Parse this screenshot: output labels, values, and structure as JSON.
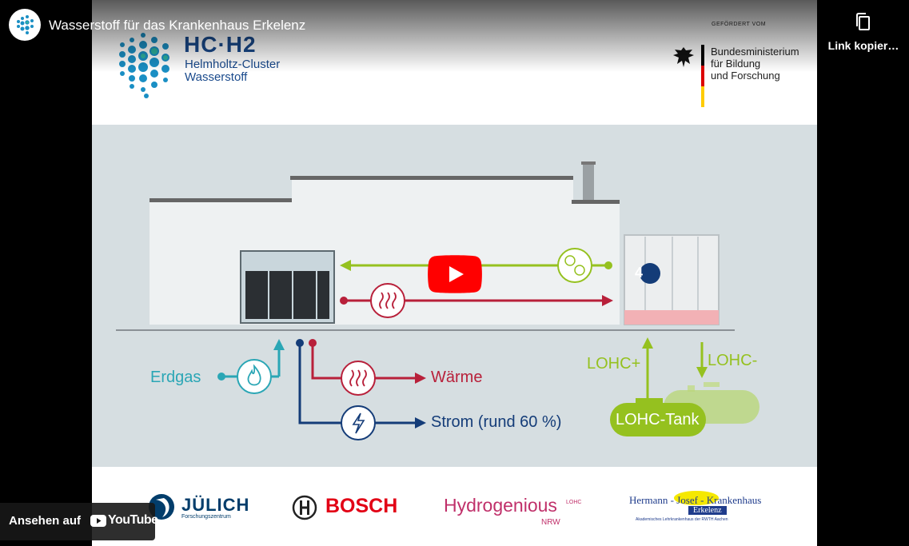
{
  "player": {
    "title": "Wasserstoff für das Krankenhaus Erkelenz",
    "copy_link_label": "Link kopier…",
    "watch_on_label": "Ansehen auf",
    "youtube_wordmark": "YouTube"
  },
  "slide": {
    "logo": {
      "title": "HC·H2",
      "line1": "Helmholtz-Cluster",
      "line2": "Wasserstoff"
    },
    "funding": {
      "label": "GEFÖRDERT VOM",
      "line1": "Bundesministerium",
      "line2": "für Bildung",
      "line3": "und Forschung"
    },
    "diagram": {
      "step_number": "4",
      "erdgas": "Erdgas",
      "waerme": "Wärme",
      "strom": "Strom (rund 60 %)",
      "lohc_plus": "LOHC+",
      "lohc_minus": "LOHC-",
      "lohc_tank": "LOHC-Tank"
    },
    "partners": {
      "juelich": "JÜLICH",
      "juelich_sub": "Forschungszentrum",
      "bosch": "BOSCH",
      "hydrogenious": "Hydrogenious",
      "hydrogenious_sup": "LOHC",
      "hydrogenious_sub": "NRW",
      "hospital_line1": "Hermann - Josef - Krankenhaus",
      "hospital_line2": "Erkelenz",
      "hospital_line3": "Akademisches Lehrkrankenhaus der RWTH Aachen"
    }
  },
  "colors": {
    "teal": "#2aa6b5",
    "red": "#b8203a",
    "navy": "#143c78",
    "green": "#95c11f",
    "youtube_red": "#ff0000"
  }
}
